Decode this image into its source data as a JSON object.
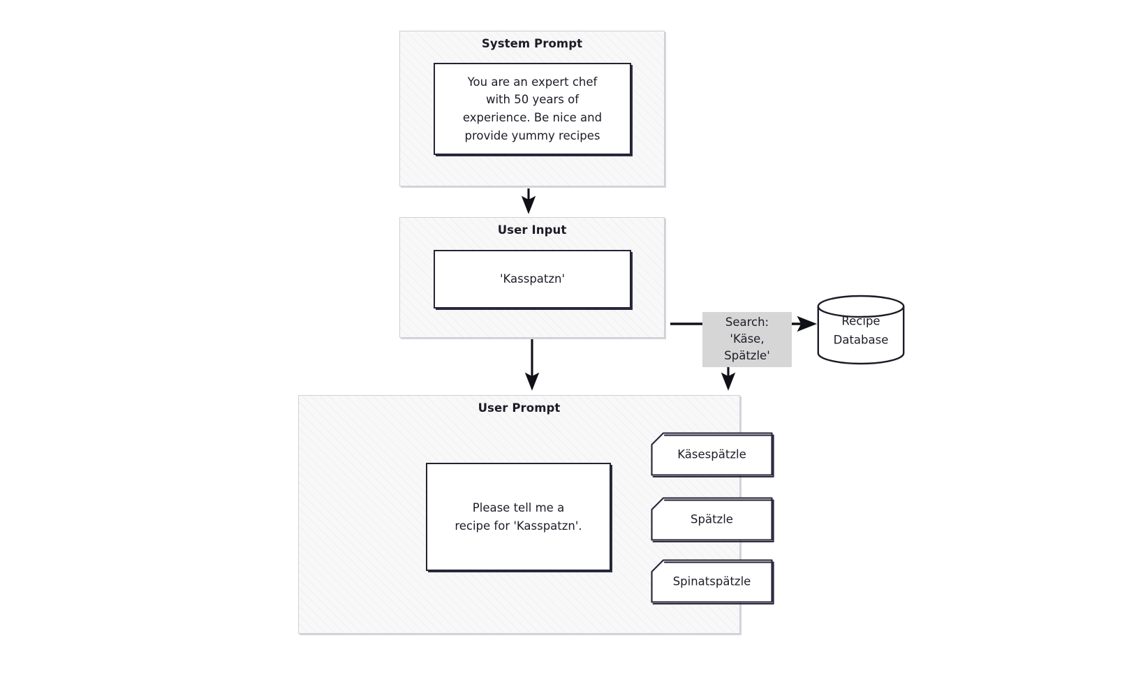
{
  "diagram": {
    "title": "LLM prompt flow with recipe database search",
    "groups": [
      {
        "id": "system-prompt",
        "title": "System Prompt",
        "node_text": "You are an expert chef\nwith 50 years of\nexperience. Be nice and\nprovide yummy recipes"
      },
      {
        "id": "user-input",
        "title": "User Input",
        "node_text": "'Kasspatzn'"
      },
      {
        "id": "user-prompt",
        "title": "User Prompt",
        "node_text": "Please tell me a\nrecipe for 'Kasspatzn'."
      }
    ],
    "edge_labels": [
      {
        "id": "search-label",
        "text": "Search:\n'Käse, Spätzle'"
      }
    ],
    "database": {
      "id": "recipe-database",
      "label": "Recipe\nDatabase"
    },
    "results": [
      {
        "id": "result-kasespaetzle",
        "label": "Käsespätzle"
      },
      {
        "id": "result-spaetzle",
        "label": "Spätzle"
      },
      {
        "id": "result-spinatspaetzle",
        "label": "Spinatspätzle"
      }
    ],
    "colors": {
      "group_fill": "#f8f8f8",
      "group_border": "#cfcfd8",
      "node_stroke": "#232336",
      "node_fill": "#ffffff",
      "edge_label_fill": "#d6d6d6",
      "arrow_color": "#101018",
      "text_color": "#1c1c28"
    }
  }
}
